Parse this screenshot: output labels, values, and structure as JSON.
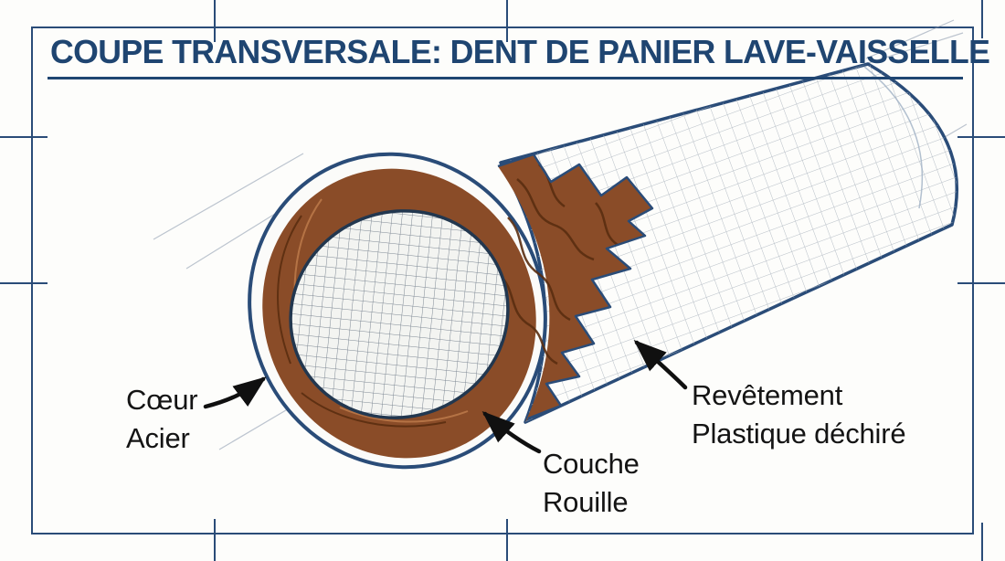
{
  "title": "COUPE TRANSVERSALE: DENT DE PANIER LAVE-VAISSELLE",
  "labels": {
    "core": {
      "line1": "Cœur",
      "line2": "Acier"
    },
    "rust": {
      "line1": "Couche",
      "line2": "Rouille"
    },
    "coating": {
      "line1": "Revêtement",
      "line2": "Plastique déchiré"
    }
  },
  "colors": {
    "accent_navy": "#1f4571",
    "frame_navy": "#2a4c78",
    "rust_brown": "#8a4c28",
    "rust_dark": "#5a2d10",
    "ink": "#141414",
    "paper": "#fdfdfb"
  }
}
